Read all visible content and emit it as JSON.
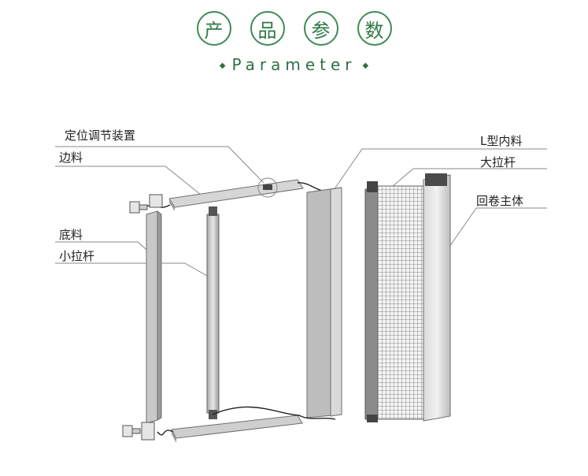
{
  "title": {
    "chars": [
      "产",
      "品",
      "参",
      "数"
    ],
    "subtitle": "Parameter"
  },
  "labels": {
    "positioning": "定位调节装置",
    "side_profile": "边料",
    "bottom_profile": "底料",
    "small_pull_bar": "小拉杆",
    "l_inner_profile": "L型内料",
    "large_pull_bar": "大拉杆",
    "roll_body": "回卷主体"
  },
  "colors": {
    "accent": "#2f7a45",
    "frame": "#b9b9b9",
    "frame_dark": "#7d7d7d"
  }
}
